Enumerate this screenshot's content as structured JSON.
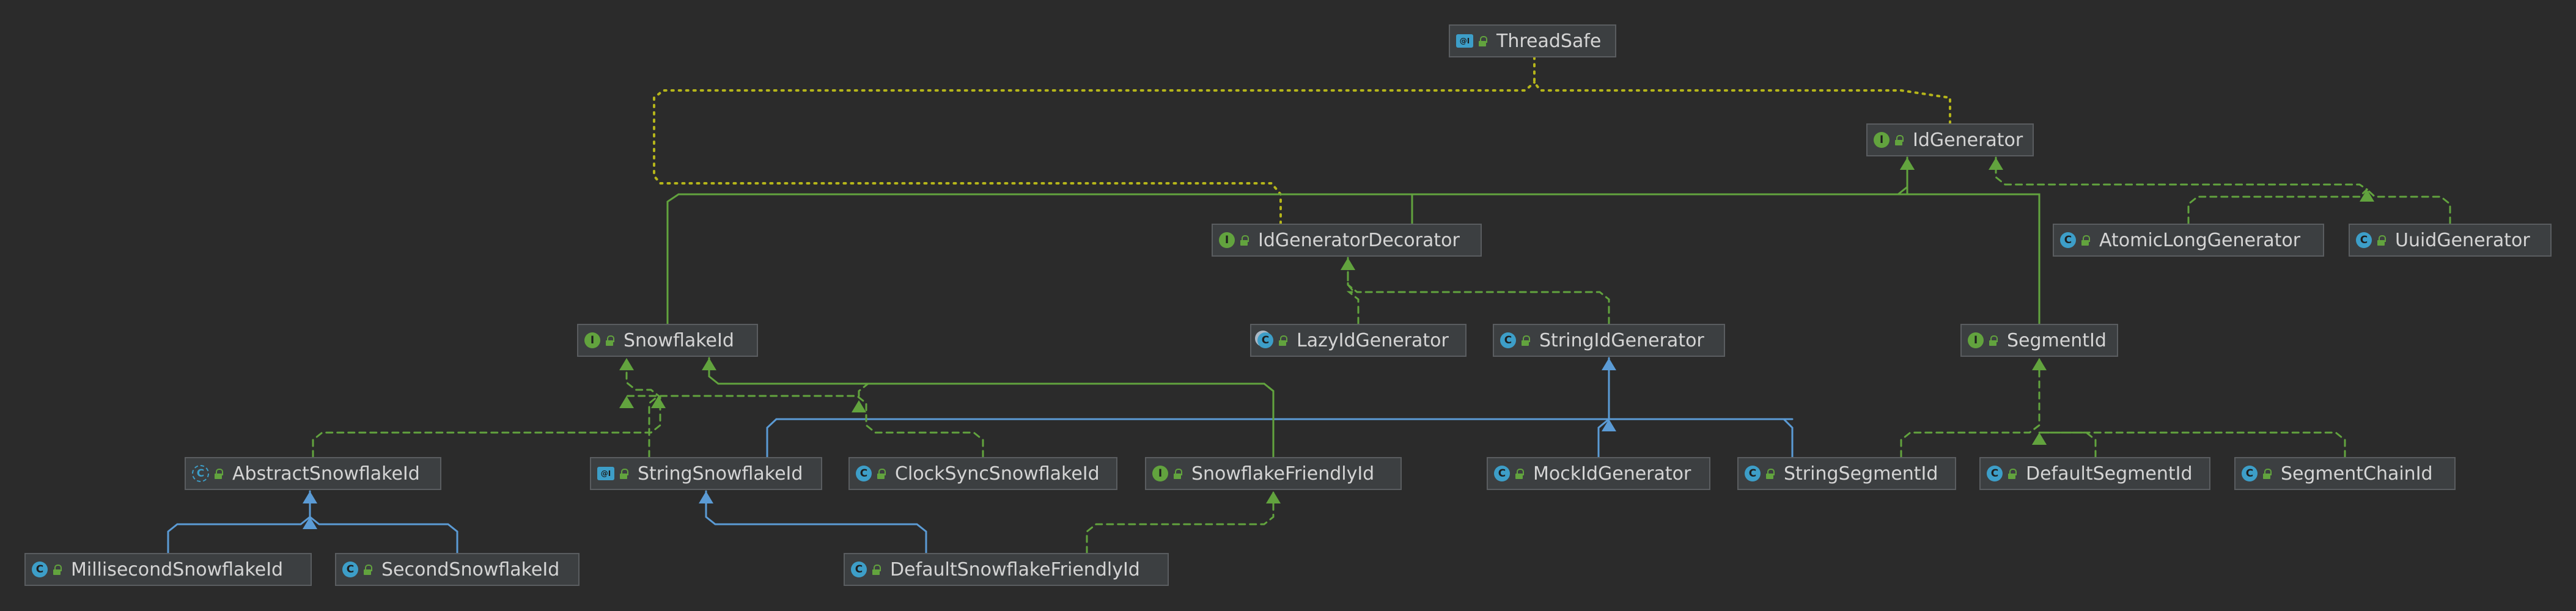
{
  "nodes": [
    {
      "id": "ThreadSafe",
      "label": "ThreadSafe",
      "kind": "annotation",
      "icon": "annotation-icon"
    },
    {
      "id": "IdGenerator",
      "label": "IdGenerator",
      "kind": "interface",
      "icon": "interface-icon"
    },
    {
      "id": "IdGeneratorDecorator",
      "label": "IdGeneratorDecorator",
      "kind": "interface",
      "icon": "interface-icon"
    },
    {
      "id": "AtomicLongGenerator",
      "label": "AtomicLongGenerator",
      "kind": "class",
      "icon": "class-icon"
    },
    {
      "id": "UuidGenerator",
      "label": "UuidGenerator",
      "kind": "class",
      "icon": "class-icon"
    },
    {
      "id": "SnowflakeId",
      "label": "SnowflakeId",
      "kind": "interface",
      "icon": "interface-icon"
    },
    {
      "id": "LazyIdGenerator",
      "label": "LazyIdGenerator",
      "kind": "inner",
      "icon": "class-icon"
    },
    {
      "id": "StringIdGenerator",
      "label": "StringIdGenerator",
      "kind": "class",
      "icon": "class-icon"
    },
    {
      "id": "SegmentId",
      "label": "SegmentId",
      "kind": "interface",
      "icon": "interface-icon"
    },
    {
      "id": "AbstractSnowflakeId",
      "label": "AbstractSnowflakeId",
      "kind": "abstract",
      "icon": "abstract-class-icon"
    },
    {
      "id": "StringSnowflakeId",
      "label": "StringSnowflakeId",
      "kind": "annotation",
      "icon": "annotation-icon"
    },
    {
      "id": "ClockSyncSnowflakeId",
      "label": "ClockSyncSnowflakeId",
      "kind": "class",
      "icon": "class-icon"
    },
    {
      "id": "SnowflakeFriendlyId",
      "label": "SnowflakeFriendlyId",
      "kind": "interface",
      "icon": "interface-icon"
    },
    {
      "id": "MockIdGenerator",
      "label": "MockIdGenerator",
      "kind": "class",
      "icon": "class-icon"
    },
    {
      "id": "StringSegmentId",
      "label": "StringSegmentId",
      "kind": "class",
      "icon": "class-icon"
    },
    {
      "id": "DefaultSegmentId",
      "label": "DefaultSegmentId",
      "kind": "class",
      "icon": "class-icon"
    },
    {
      "id": "SegmentChainId",
      "label": "SegmentChainId",
      "kind": "class",
      "icon": "class-icon"
    },
    {
      "id": "MillisecondSnowflakeId",
      "label": "MillisecondSnowflakeId",
      "kind": "class",
      "icon": "class-icon"
    },
    {
      "id": "SecondSnowflakeId",
      "label": "SecondSnowflakeId",
      "kind": "class",
      "icon": "class-icon"
    },
    {
      "id": "DefaultSnowflakeFriendlyId",
      "label": "DefaultSnowflakeFriendlyId",
      "kind": "class",
      "icon": "class-icon"
    }
  ],
  "edges": [
    {
      "from": "IdGenerator",
      "to": "ThreadSafe",
      "type": "annotated"
    },
    {
      "from": "IdGeneratorDecorator",
      "to": "ThreadSafe",
      "type": "annotated"
    },
    {
      "from": "SnowflakeId",
      "to": "IdGenerator",
      "type": "extends"
    },
    {
      "from": "IdGeneratorDecorator",
      "to": "IdGenerator",
      "type": "extends"
    },
    {
      "from": "SegmentId",
      "to": "IdGenerator",
      "type": "extends"
    },
    {
      "from": "AtomicLongGenerator",
      "to": "IdGenerator",
      "type": "implements"
    },
    {
      "from": "UuidGenerator",
      "to": "IdGenerator",
      "type": "implements"
    },
    {
      "from": "LazyIdGenerator",
      "to": "IdGeneratorDecorator",
      "type": "implements"
    },
    {
      "from": "StringIdGenerator",
      "to": "IdGeneratorDecorator",
      "type": "implements"
    },
    {
      "from": "SnowflakeFriendlyId",
      "to": "IdGeneratorDecorator",
      "type": "implements"
    },
    {
      "from": "StringSnowflakeId",
      "to": "StringIdGenerator",
      "type": "class-extends"
    },
    {
      "from": "MockIdGenerator",
      "to": "StringIdGenerator",
      "type": "class-extends"
    },
    {
      "from": "StringSegmentId",
      "to": "StringIdGenerator",
      "type": "class-extends"
    },
    {
      "from": "AbstractSnowflakeId",
      "to": "SnowflakeId",
      "type": "implements"
    },
    {
      "from": "StringSnowflakeId",
      "to": "SnowflakeId",
      "type": "implements"
    },
    {
      "from": "ClockSyncSnowflakeId",
      "to": "SnowflakeId",
      "type": "implements"
    },
    {
      "from": "SnowflakeFriendlyId",
      "to": "SnowflakeId",
      "type": "extends"
    },
    {
      "from": "StringSegmentId",
      "to": "SegmentId",
      "type": "implements"
    },
    {
      "from": "DefaultSegmentId",
      "to": "SegmentId",
      "type": "implements"
    },
    {
      "from": "SegmentChainId",
      "to": "SegmentId",
      "type": "implements"
    },
    {
      "from": "MillisecondSnowflakeId",
      "to": "AbstractSnowflakeId",
      "type": "class-extends"
    },
    {
      "from": "SecondSnowflakeId",
      "to": "AbstractSnowflakeId",
      "type": "class-extends"
    },
    {
      "from": "DefaultSnowflakeFriendlyId",
      "to": "StringSnowflakeId",
      "type": "class-extends"
    },
    {
      "from": "DefaultSnowflakeFriendlyId",
      "to": "SnowflakeFriendlyId",
      "type": "implements"
    }
  ],
  "colors": {
    "background": "#2b2b2b",
    "node_fill": "#3c3f41",
    "node_border": "#5a5d60",
    "text": "#d4d4d4",
    "interface_edge": "#62a33e",
    "class_edge": "#5b9bd5",
    "annotation_edge": "#b5b51a"
  }
}
